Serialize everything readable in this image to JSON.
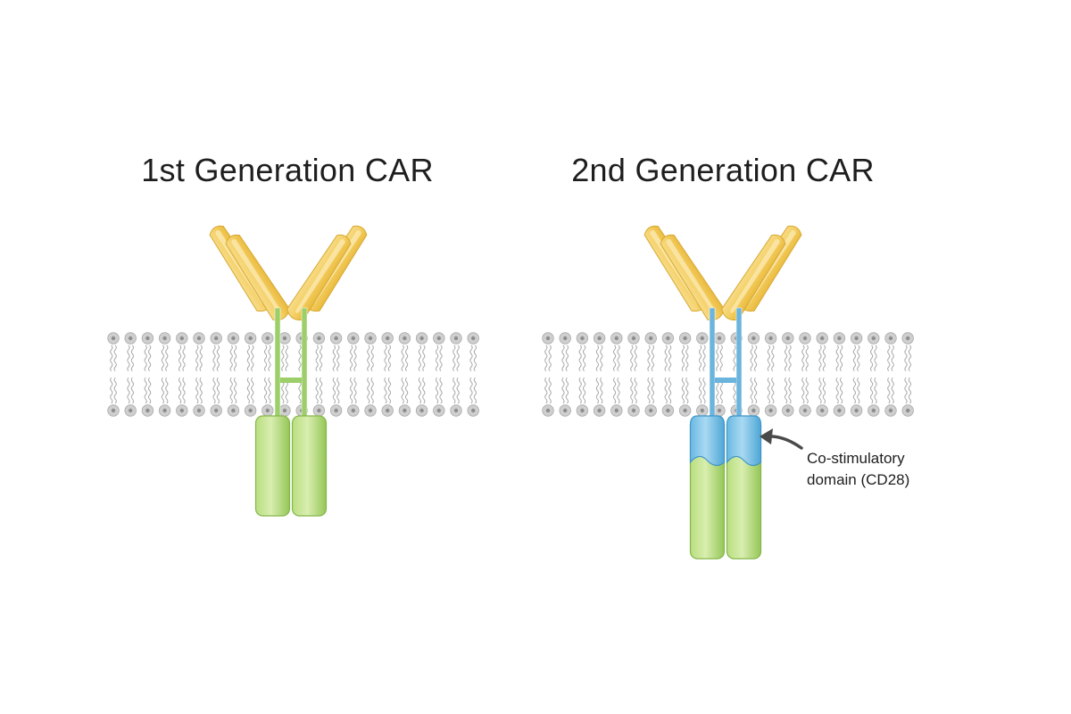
{
  "panels": [
    {
      "title": "1st Generation CAR",
      "linker_color": "#9ccf6a",
      "has_costim": false
    },
    {
      "title": "2nd Generation CAR",
      "linker_color": "#6ab4de",
      "has_costim": true
    }
  ],
  "annotation": {
    "line1": "Co-stimulatory",
    "line2": "domain (CD28)"
  },
  "colors": {
    "scfv_fill": "#f2cc5f",
    "scfv_light": "#fae5a3",
    "cd3z_fill": "#a8d26c",
    "cd3z_light": "#d6ecaa",
    "costim_fill": "#66b8e2",
    "costim_light": "#b7def3",
    "lipid_head": "#c9c9c9",
    "lipid_tail": "#a8a8a8",
    "text": "#1e1e1e"
  }
}
